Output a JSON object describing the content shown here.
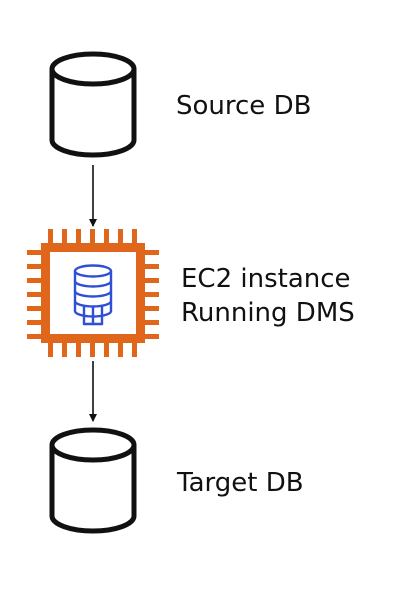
{
  "nodes": {
    "source": {
      "label": "Source DB",
      "icon": "database-cylinder-icon"
    },
    "ec2": {
      "label_line1": "EC2 instance",
      "label_line2": "Running DMS",
      "icon": "ec2-chip-icon",
      "inner_icon": "database-service-icon"
    },
    "target": {
      "label": "Target DB",
      "icon": "database-cylinder-icon"
    }
  },
  "colors": {
    "ec2_orange": "#E0661B",
    "db_blue": "#2F4FD6",
    "stroke": "#111111"
  }
}
